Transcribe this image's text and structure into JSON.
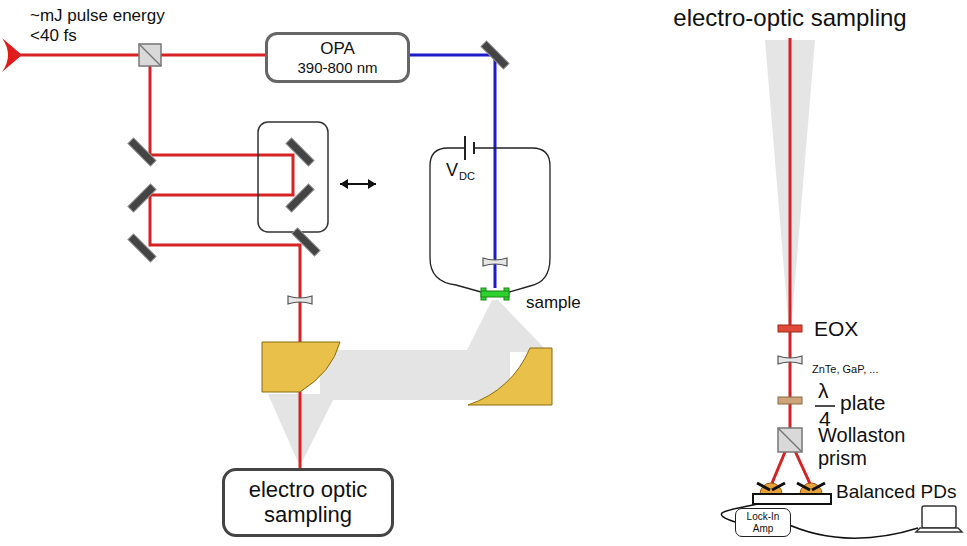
{
  "diagram": {
    "nodes": [
      {
        "text": [
          "OPA",
          "390-800 nm"
        ]
      },
      {
        "text": [
          "electro optic sampling"
        ]
      },
      {
        "text": [
          "Lock-In Amp"
        ]
      }
    ],
    "labels": [
      "~mJ pulse energy <40 fs",
      "V",
      "DC",
      "sample",
      "electro-optic sampling",
      "EOX",
      "ZnTe, GaP, ...",
      "λ",
      "4",
      "plate",
      "Wollaston prism",
      "Balanced PDs"
    ]
  }
}
